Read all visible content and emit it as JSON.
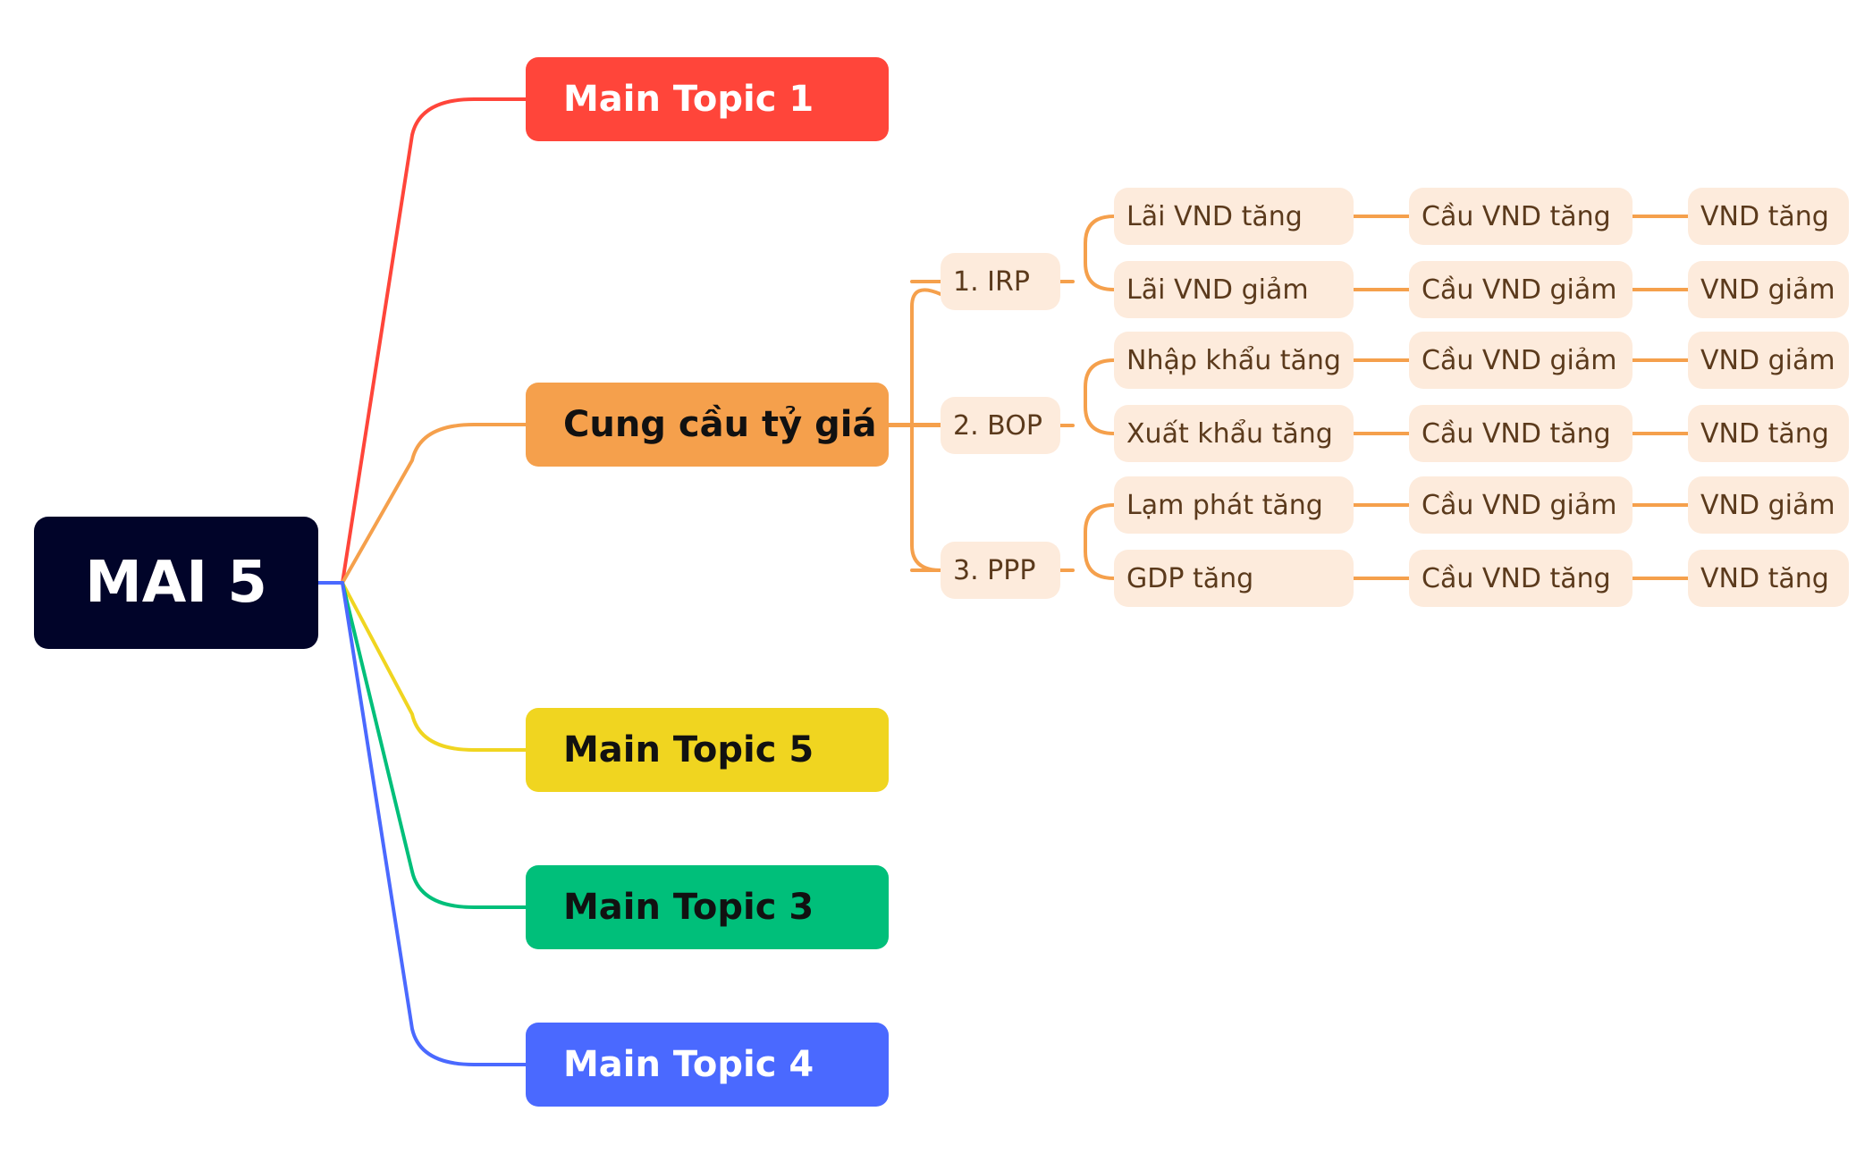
{
  "root": {
    "label": "MAI 5"
  },
  "main_topics": [
    {
      "id": "main-topic-1",
      "label": "Main Topic 1",
      "color": "#ff453a",
      "text_color": "#ffffff"
    },
    {
      "id": "cung-cau-ty-gia",
      "label": "Cung cầu tỷ giá",
      "color": "#f5a04c",
      "text_color": "#111111"
    },
    {
      "id": "main-topic-5",
      "label": "Main Topic 5",
      "color": "#f0d520",
      "text_color": "#111111"
    },
    {
      "id": "main-topic-3",
      "label": "Main Topic 3",
      "color": "#00bf7a",
      "text_color": "#111111"
    },
    {
      "id": "main-topic-4",
      "label": "Main Topic 4",
      "color": "#4a69ff",
      "text_color": "#ffffff"
    }
  ],
  "branch_color": "#f5a04c",
  "subtopics": [
    {
      "id": "irp",
      "label": "1. IRP",
      "children": [
        {
          "label": "Lãi VND tăng",
          "demand": "Cầu VND tăng",
          "result": "VND tăng"
        },
        {
          "label": "Lãi VND giảm",
          "demand": "Cầu VND giảm",
          "result": "VND giảm"
        }
      ]
    },
    {
      "id": "bop",
      "label": "2. BOP",
      "children": [
        {
          "label": "Nhập khẩu tăng",
          "demand": "Cầu VND giảm",
          "result": "VND giảm"
        },
        {
          "label": "Xuất khẩu tăng",
          "demand": "Cầu VND tăng",
          "result": "VND tăng"
        }
      ]
    },
    {
      "id": "ppp",
      "label": "3. PPP",
      "children": [
        {
          "label": "Lạm phát tăng",
          "demand": "Cầu VND giảm",
          "result": "VND giảm"
        },
        {
          "label": "GDP tăng",
          "demand": "Cầu VND tăng",
          "result": "VND tăng"
        }
      ]
    }
  ]
}
